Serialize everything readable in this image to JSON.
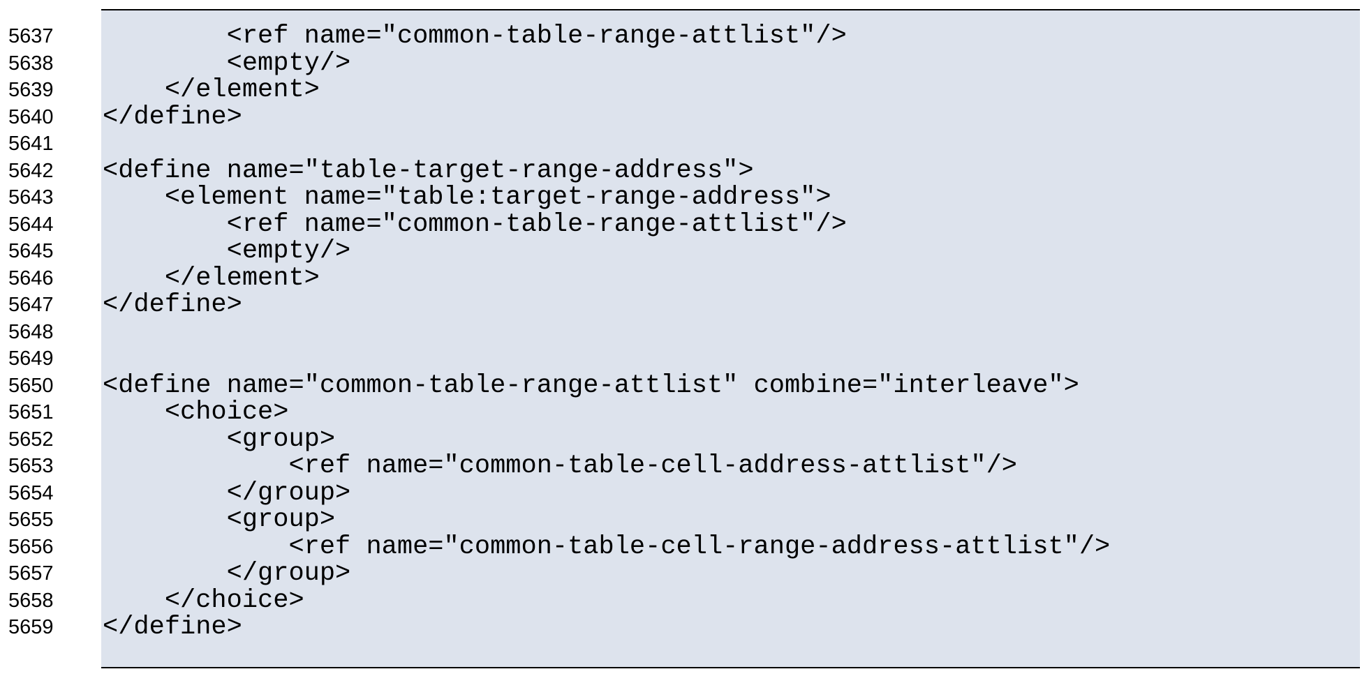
{
  "document": {
    "type": "code-listing",
    "language": "relaxng-xml-schema",
    "first_line_number": 5637,
    "last_line_number": 5659,
    "colors": {
      "page_background": "#ffffff",
      "code_background": "#dde3ed",
      "rule": "#000000",
      "text": "#000000"
    },
    "lines": [
      {
        "number": "5637",
        "code": "        <ref name=\"common-table-range-attlist\"/>"
      },
      {
        "number": "5638",
        "code": "        <empty/>"
      },
      {
        "number": "5639",
        "code": "    </element>"
      },
      {
        "number": "5640",
        "code": "</define>"
      },
      {
        "number": "5641",
        "code": ""
      },
      {
        "number": "5642",
        "code": "<define name=\"table-target-range-address\">"
      },
      {
        "number": "5643",
        "code": "    <element name=\"table:target-range-address\">"
      },
      {
        "number": "5644",
        "code": "        <ref name=\"common-table-range-attlist\"/>"
      },
      {
        "number": "5645",
        "code": "        <empty/>"
      },
      {
        "number": "5646",
        "code": "    </element>"
      },
      {
        "number": "5647",
        "code": "</define>"
      },
      {
        "number": "5648",
        "code": ""
      },
      {
        "number": "5649",
        "code": ""
      },
      {
        "number": "5650",
        "code": "<define name=\"common-table-range-attlist\" combine=\"interleave\">"
      },
      {
        "number": "5651",
        "code": "    <choice>"
      },
      {
        "number": "5652",
        "code": "        <group>"
      },
      {
        "number": "5653",
        "code": "            <ref name=\"common-table-cell-address-attlist\"/>"
      },
      {
        "number": "5654",
        "code": "        </group>"
      },
      {
        "number": "5655",
        "code": "        <group>"
      },
      {
        "number": "5656",
        "code": "            <ref name=\"common-table-cell-range-address-attlist\"/>"
      },
      {
        "number": "5657",
        "code": "        </group>"
      },
      {
        "number": "5658",
        "code": "    </choice>"
      },
      {
        "number": "5659",
        "code": "</define>"
      }
    ]
  }
}
